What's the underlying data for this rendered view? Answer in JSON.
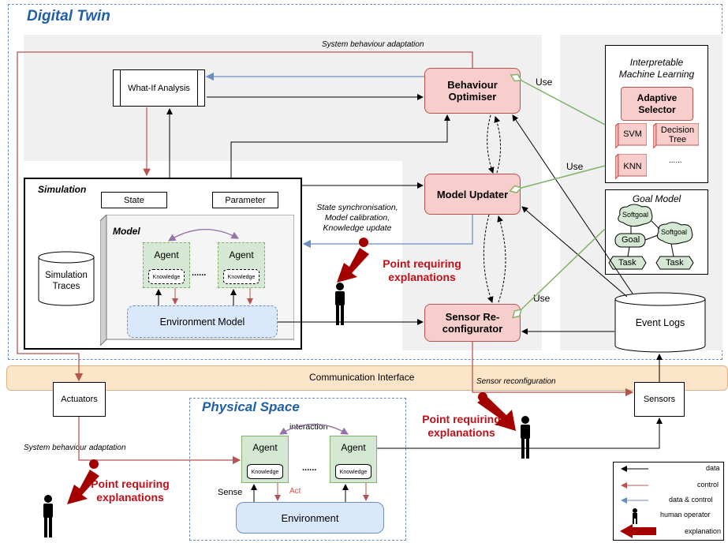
{
  "digital_twin": {
    "title": "Digital Twin"
  },
  "physical_space": {
    "title": "Physical Space"
  },
  "top": {
    "adaptation_label": "System behaviour adaptation",
    "what_if": "What-If Analysis",
    "behaviour_optimiser": "Behaviour Optimiser",
    "model_updater": "Model Updater",
    "sensor_reconfigurator": "Sensor Re-configurator",
    "event_logs": "Event Logs",
    "use_labels": [
      "Use",
      "Use",
      "Use"
    ],
    "sync_label_lines": [
      "State synchronisation,",
      "Model calibration,",
      "Knowledge update"
    ]
  },
  "simulation": {
    "title": "Simulation",
    "state": "State",
    "parameter": "Parameter",
    "model_title": "Model",
    "agent": "Agent",
    "knowledge": "Knowledge",
    "dots": "......",
    "environment_model": "Environment Model",
    "traces": "Simulation Traces"
  },
  "iml": {
    "title_line1": "Interpretable",
    "title_line2": "Machine Learning",
    "adaptive_selector": "Adaptive Selector",
    "svm": "SVM",
    "decision_tree": "Decision Tree",
    "knn": "KNN",
    "dots": "......"
  },
  "goal_model": {
    "title": "Goal Model",
    "softgoal": "Softgoal",
    "goal": "Goal",
    "task": "Task"
  },
  "communication_interface": "Communication Interface",
  "actuators": "Actuators",
  "sensors": "Sensors",
  "sensor_reconfiguration_label": "Sensor reconfiguration",
  "bottom_adaptation_label": "System behaviour adaptation",
  "physical": {
    "interaction": "interaction",
    "agent": "Agent",
    "knowledge": "Knowledge",
    "dots": "......",
    "sense": "Sense",
    "act": "Act",
    "environment": "Environment"
  },
  "explanation_text": "Point requiring explanations",
  "legend": {
    "data": "data",
    "control": "control",
    "data_control": "data & control",
    "human_operator": "human operator",
    "explanation": "explanation"
  },
  "colors": {
    "title_blue": "#1f5fa8",
    "control": "#b85450",
    "data_control": "#6c8ebf",
    "use_green": "#82b366",
    "explanation_red": "#a50000",
    "pink_fill": "#f8cecc",
    "green_fill": "#d5e8d4",
    "blue_fill": "#dae8fc",
    "orange_fill": "#fce5c8"
  }
}
